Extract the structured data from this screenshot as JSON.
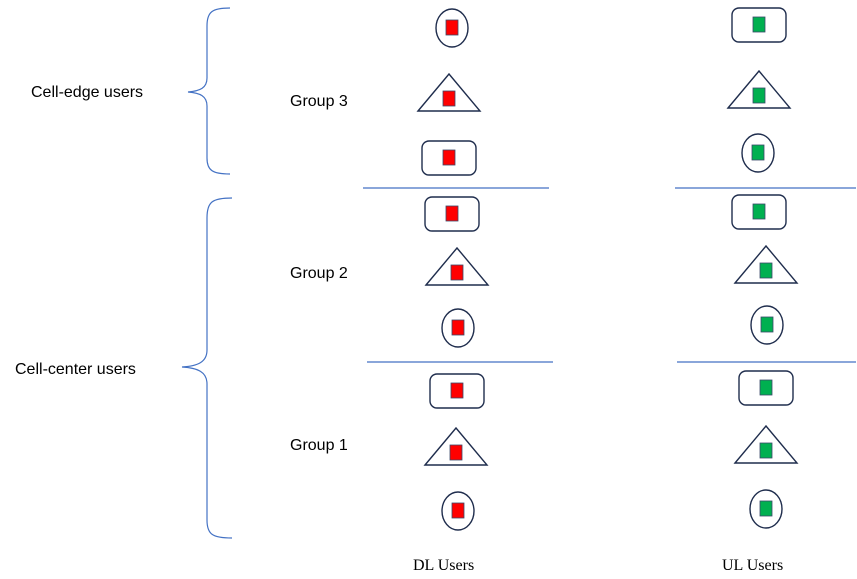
{
  "labels": {
    "cell_edge": "Cell-edge users",
    "cell_center": "Cell-center users",
    "group3": "Group 3",
    "group2": "Group 2",
    "group1": "Group   1",
    "dl_users": "DL Users",
    "ul_users": "UL Users"
  },
  "colors": {
    "dl_marker": "#ff0000",
    "ul_marker": "#00b050",
    "bracket": "#4472c4",
    "outline": "#1f2d4d"
  },
  "columns": {
    "dl": [
      {
        "group": "3",
        "shape": "circle"
      },
      {
        "group": "3",
        "shape": "triangle"
      },
      {
        "group": "3",
        "shape": "rounded-rect"
      },
      {
        "group": "2",
        "shape": "rounded-rect"
      },
      {
        "group": "2",
        "shape": "triangle"
      },
      {
        "group": "2",
        "shape": "circle"
      },
      {
        "group": "1",
        "shape": "rounded-rect"
      },
      {
        "group": "1",
        "shape": "triangle"
      },
      {
        "group": "1",
        "shape": "circle"
      }
    ],
    "ul": [
      {
        "group": "3",
        "shape": "rounded-rect"
      },
      {
        "group": "3",
        "shape": "triangle"
      },
      {
        "group": "3",
        "shape": "circle"
      },
      {
        "group": "2",
        "shape": "rounded-rect"
      },
      {
        "group": "2",
        "shape": "triangle"
      },
      {
        "group": "2",
        "shape": "circle"
      },
      {
        "group": "1",
        "shape": "rounded-rect"
      },
      {
        "group": "1",
        "shape": "triangle"
      },
      {
        "group": "1",
        "shape": "circle"
      }
    ]
  }
}
